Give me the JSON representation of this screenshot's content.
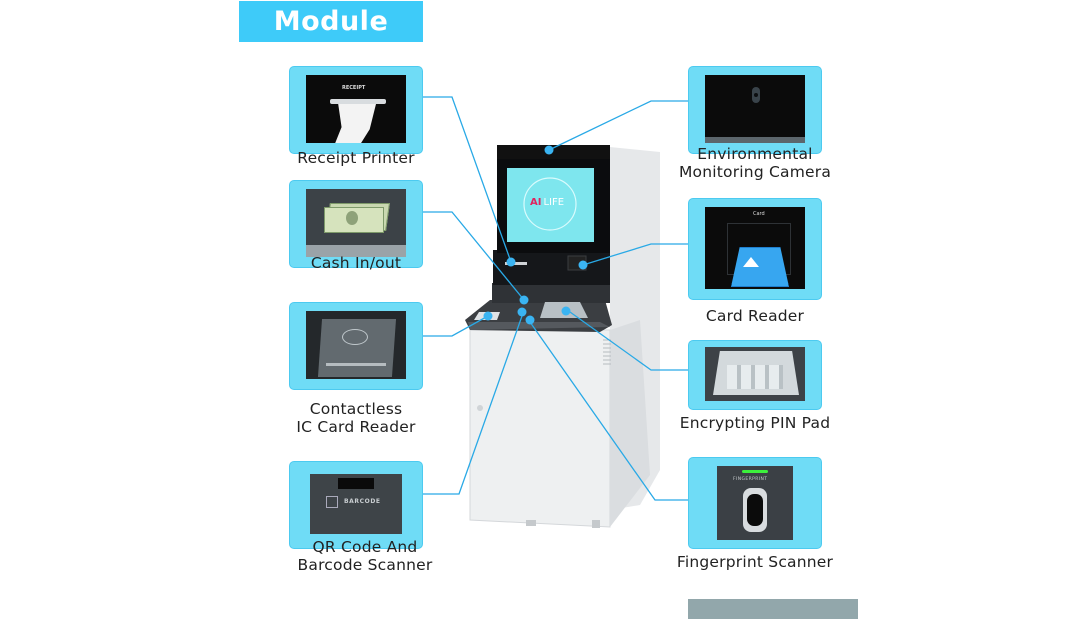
{
  "title": "Module",
  "modules_left": [
    {
      "id": "receipt-printer",
      "label_lines": [
        "Receipt Printer"
      ],
      "image_text": "RECEIPT",
      "icon": "receipt-printer-icon"
    },
    {
      "id": "cash-in-out",
      "label_lines": [
        "Cash In/out"
      ],
      "image_text": "",
      "icon": "banknotes-icon"
    },
    {
      "id": "contactless-ic-card-reader",
      "label_lines": [
        "Contactless",
        "IC Card Reader"
      ],
      "image_text": "",
      "icon": "contactless-icon"
    },
    {
      "id": "qr-barcode-scanner",
      "label_lines": [
        "QR Code And",
        "Barcode Scanner"
      ],
      "image_text": "BARCODE",
      "icon": "barcode-scanner-icon"
    }
  ],
  "modules_right": [
    {
      "id": "environmental-camera",
      "label_lines": [
        "Environmental",
        "Monitoring Camera"
      ],
      "image_text": "",
      "icon": "camera-icon"
    },
    {
      "id": "card-reader",
      "label_lines": [
        "Card Reader"
      ],
      "image_text": "Card",
      "icon": "card-reader-icon"
    },
    {
      "id": "encrypting-pin-pad",
      "label_lines": [
        "Encrypting PIN Pad"
      ],
      "image_text": "",
      "icon": "pin-pad-icon"
    },
    {
      "id": "fingerprint-scanner",
      "label_lines": [
        "Fingerprint Scanner"
      ],
      "image_text": "FINGERPRINT",
      "icon": "fingerprint-icon"
    }
  ],
  "kiosk": {
    "screen_brand_part1": "AI",
    "screen_brand_part2": "LIFE"
  },
  "colors": {
    "accent": "#3ecbf9",
    "card_bg": "#6fdcf6",
    "connector": "#29a9e6",
    "brand_red": "#e0245e",
    "footer_bar": "#92a7ab"
  }
}
